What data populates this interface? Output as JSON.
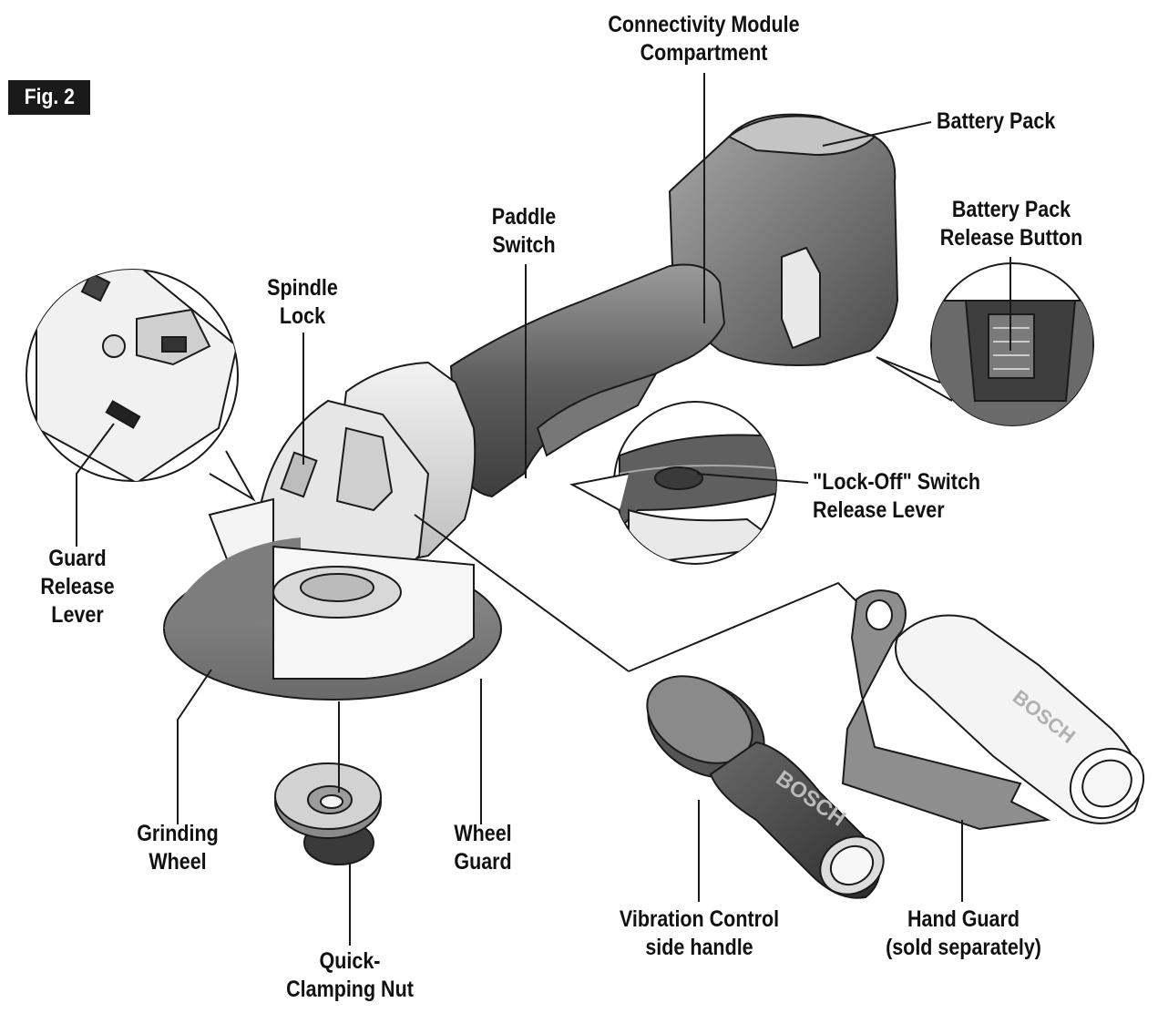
{
  "figure": {
    "badge": "Fig. 2"
  },
  "labels": {
    "connectivity": [
      "Connectivity Module",
      "Compartment"
    ],
    "battery_pack": [
      "Battery Pack"
    ],
    "battery_release": [
      "Battery Pack",
      "Release Button"
    ],
    "paddle_switch": [
      "Paddle",
      "Switch"
    ],
    "spindle_lock": [
      "Spindle",
      "Lock"
    ],
    "lock_off": [
      "\"Lock-Off\" Switch",
      "Release Lever"
    ],
    "guard_release": [
      "Guard",
      "Release",
      "Lever"
    ],
    "grinding_wheel": [
      "Grinding",
      "Wheel"
    ],
    "wheel_guard": [
      "Wheel",
      "Guard"
    ],
    "quick_nut": [
      "Quick-",
      "Clamping Nut"
    ],
    "vibration_handle": [
      "Vibration Control",
      "side handle"
    ],
    "hand_guard": [
      "Hand Guard",
      "(sold separately)"
    ],
    "brand_on_handle": "BOSCH"
  },
  "colors": {
    "outline": "#1a1a1a",
    "body_dark": "#5a5a5a",
    "body_mid": "#8c8c8c",
    "body_light": "#d8d8d8",
    "badge_bg": "#1a1a1a"
  }
}
